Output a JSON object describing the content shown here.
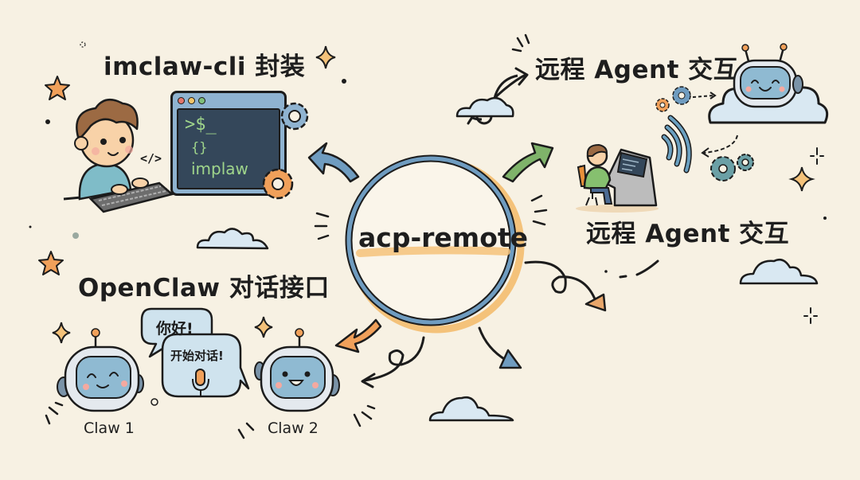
{
  "diagram": {
    "center": {
      "label": "acp-remote",
      "ring_color": "#6f9cc0",
      "highlight_color": "#f4c27a"
    },
    "nodes": [
      {
        "id": "cli",
        "label": "imclaw-cli 封装",
        "terminal_lines": [
          ">$_",
          "{}",
          "implaw"
        ],
        "code_tag": "</>"
      },
      {
        "id": "remote_top",
        "label": "远程 Agent 交互"
      },
      {
        "id": "remote_mid",
        "label": "远程 Agent 交互"
      },
      {
        "id": "openclaw",
        "label": "OpenClaw 对话接口",
        "bubbles": [
          "你好!",
          "开始对话!"
        ],
        "bots": [
          {
            "name": "Claw 1"
          },
          {
            "name": "Claw 2"
          }
        ]
      }
    ],
    "colors": {
      "background": "#f7f1e3",
      "blue": "#6f9cc0",
      "orange": "#f0a05a",
      "green": "#7fb36a",
      "terminal_bg": "#34475a",
      "terminal_text": "#9fd58b",
      "cloud": "#d9e8f2"
    }
  }
}
